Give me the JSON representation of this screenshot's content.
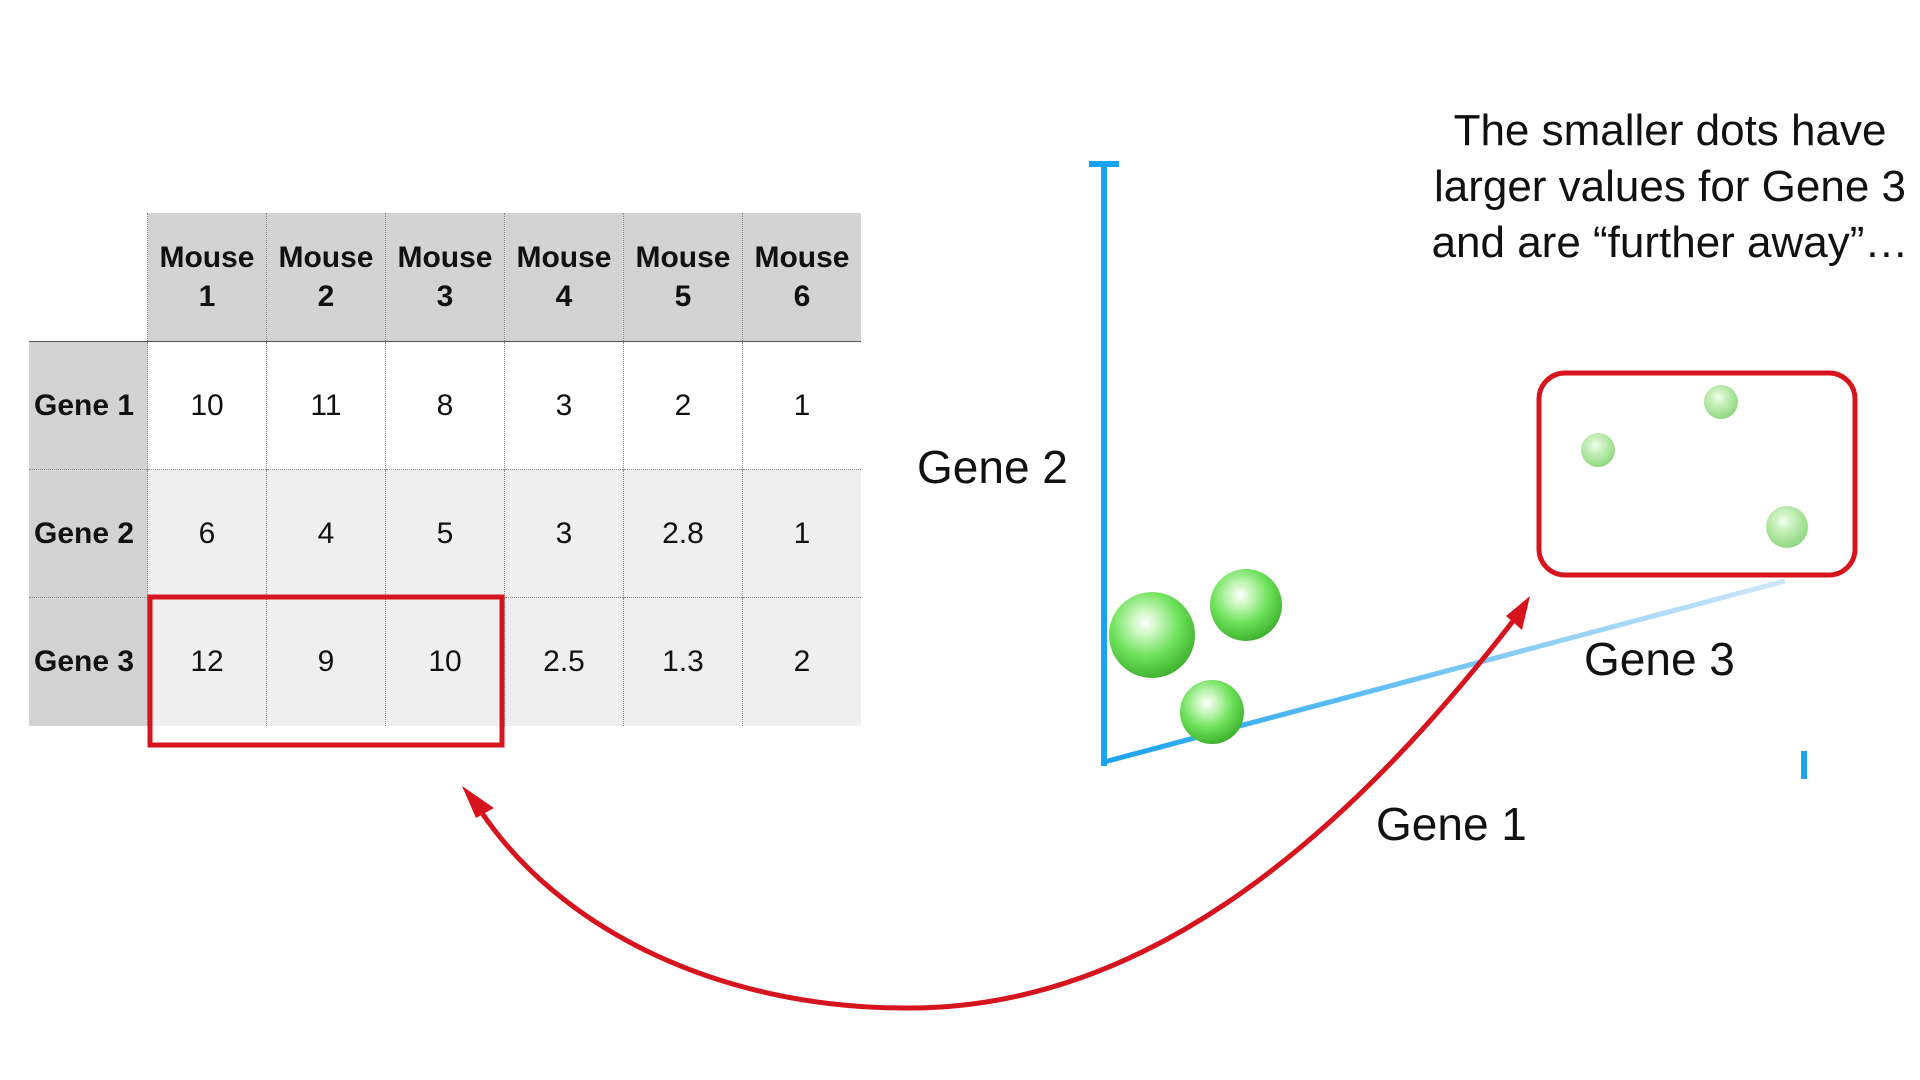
{
  "table": {
    "columns": [
      "Mouse\n1",
      "Mouse\n2",
      "Mouse\n3",
      "Mouse\n4",
      "Mouse\n5",
      "Mouse\n6"
    ],
    "rows": [
      {
        "label": "Gene 1",
        "values": [
          "10",
          "11",
          "8",
          "3",
          "2",
          "1"
        ]
      },
      {
        "label": "Gene 2",
        "values": [
          "6",
          "4",
          "5",
          "3",
          "2.8",
          "1"
        ]
      },
      {
        "label": "Gene 3",
        "values": [
          "12",
          "9",
          "10",
          "2.5",
          "1.3",
          "2"
        ]
      }
    ]
  },
  "plot": {
    "x_axis_label": "Gene 1",
    "y_axis_label": "Gene 2",
    "z_axis_label": "Gene 3"
  },
  "annotation": "The smaller dots have larger values for Gene 3 and are “further away”…",
  "colors": {
    "axis": "#1aa3f0",
    "highlight": "#d6141e",
    "dot": "#6ee25a",
    "header_bg": "#d3d3d3",
    "cell_bg": "#efefef"
  }
}
